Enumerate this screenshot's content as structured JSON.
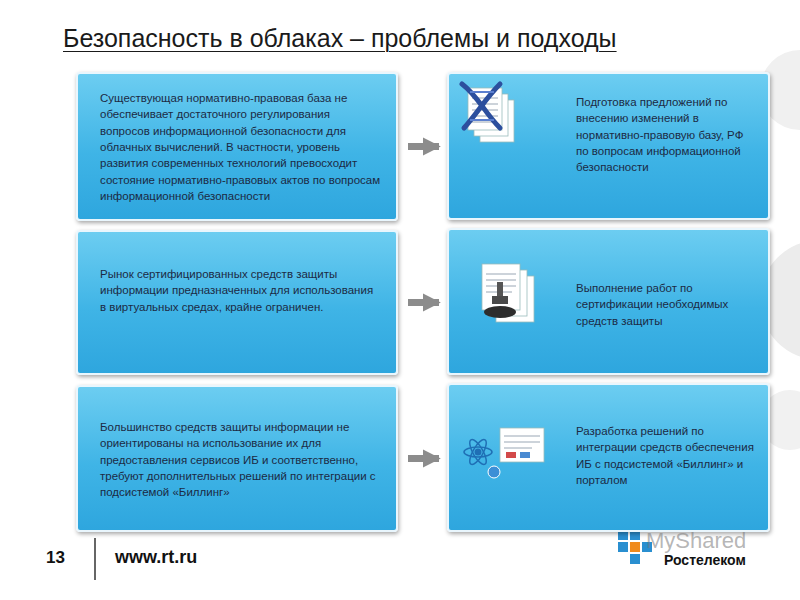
{
  "diagram": {
    "title": "Безопасность в облаках – проблемы и подходы",
    "nodes": [
      {
        "text": [
          "Существующая нормативно-правовая база не обеспечивает достаточного регулирования вопросов информационной безопасности для облачных вычислений. В частности, уровень развития современных технологий превосходит состояние нормативно-правовых актов по вопросам информационной безопасности"
        ]
      },
      {
        "text": [
          "Подготовка предложений по внесению изменений в нормативно-правовую базу, РФ по вопросам информационной безопасности"
        ]
      },
      {
        "text": [
          "Рынок сертифицированных средств защиты информации предназначенных для использования в виртуальных средах, крайне ограничен."
        ]
      },
      {
        "text": [
          "Выполнение работ по сертификации необходимых средств защиты"
        ]
      },
      {
        "text": [
          "Большинство средств защиты информации не ориентированы на использование их для предоставления сервисов ИБ и соответственно, требуют дополнительных решений по интеграции с подсистемой «Биллинг»"
        ]
      },
      {
        "text": [
          "Разработка решений по интеграции средств обеспечения ИБ с подсистемой «Биллинг» и порталом"
        ]
      }
    ],
    "edges": [
      {
        "from": 0,
        "to": 1,
        "arrow": "to"
      },
      {
        "from": 2,
        "to": 3,
        "arrow": "to"
      },
      {
        "from": 4,
        "to": 5,
        "arrow": "to"
      }
    ],
    "labels": [
      "13",
      "www.rt.ru",
      "Ростелеком",
      "MyShared"
    ]
  }
}
